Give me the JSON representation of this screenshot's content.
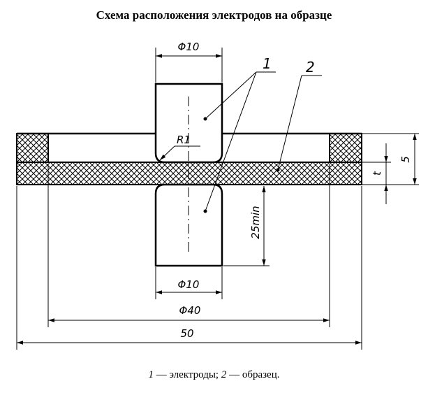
{
  "title": "Схема расположения электродов на образце",
  "labels": {
    "d_top": "Φ10",
    "d_bottom": "Φ10",
    "d_middle": "Φ40",
    "width": "50",
    "radius": "R1",
    "min_length": "25min",
    "thickness": "t",
    "height": "5",
    "leader_1": "1",
    "leader_2": "2"
  },
  "caption": {
    "n1": "1",
    "t1": " — электроды; ",
    "n2": "2",
    "t2": " — образец."
  }
}
